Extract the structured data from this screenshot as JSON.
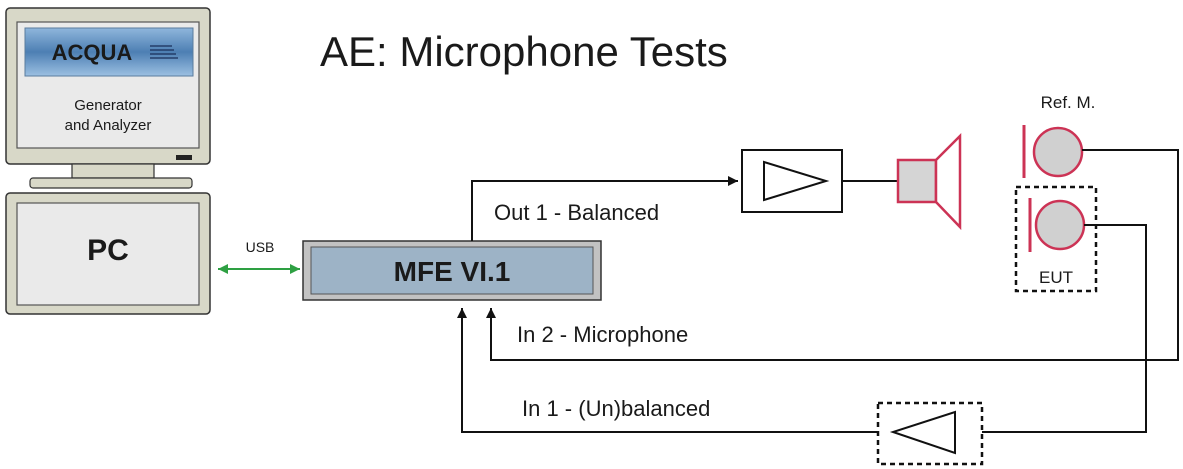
{
  "title": "AE:   Microphone Tests",
  "monitor": {
    "logo_text": "ACQUA",
    "caption_line1": "Generator",
    "caption_line2": "and Analyzer"
  },
  "pc": {
    "label": "PC"
  },
  "usb_label": "USB",
  "mfe": {
    "label": "MFE VI.1"
  },
  "connections": {
    "out1": "Out 1 - Balanced",
    "in2": "In 2 - Microphone",
    "in1": "In 1 - (Un)balanced"
  },
  "ref_mic_label": "Ref. M.",
  "eut_label": "EUT",
  "colors": {
    "speaker": "#cc3355",
    "mic": "#cc3355",
    "usb_arrow": "#2ea043",
    "monitor_frame": "#d8d8c8",
    "mfe_fill": "#9db3c6"
  }
}
